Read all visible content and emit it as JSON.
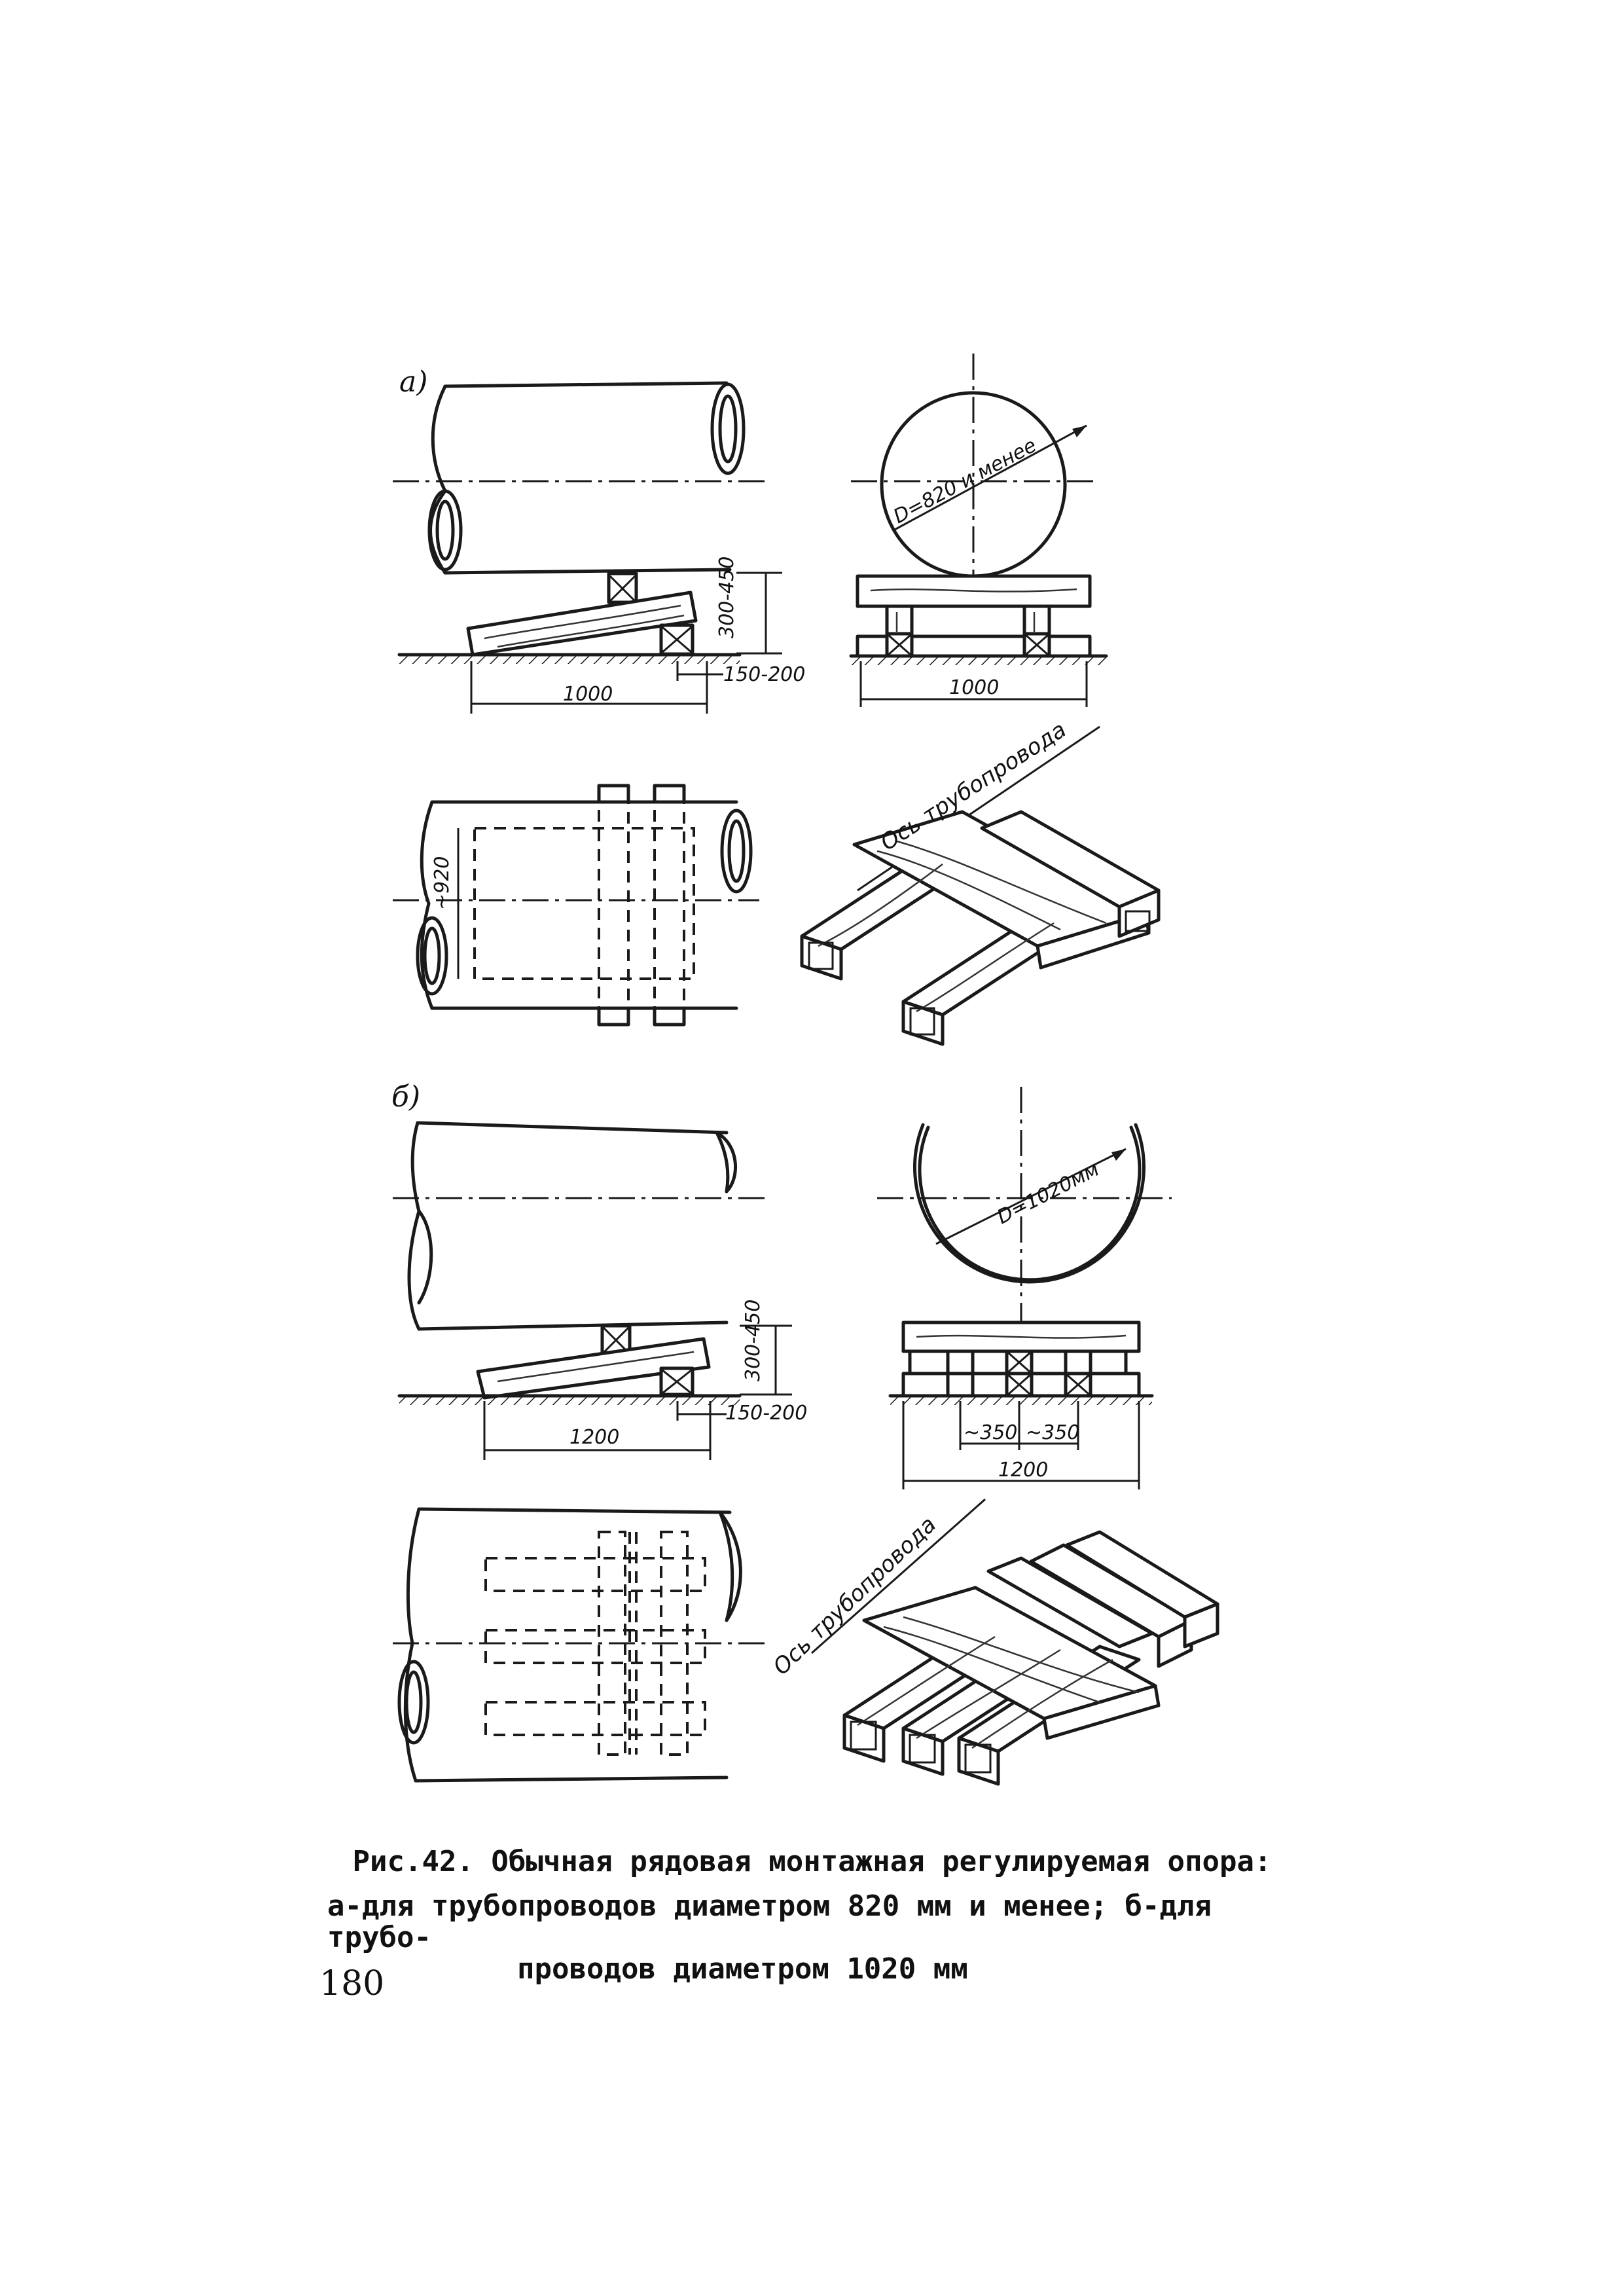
{
  "figure": {
    "part_a_label": "а)",
    "part_b_label": "б)"
  },
  "part_a": {
    "dim_height": "300-450",
    "dim_length": "1000",
    "dim_offset": "150-200",
    "dim_diameter": "D=820 и менее",
    "dim_width": "1000",
    "dim_plan": "~920",
    "axis_label": "Ось трубопровода"
  },
  "part_b": {
    "dim_height": "300-450",
    "dim_length": "1200",
    "dim_offset": "150-200",
    "dim_diameter": "D=1020мм",
    "dim_spacing_1": "~350",
    "dim_spacing_2": "~350",
    "dim_width": "1200",
    "axis_label": "Ось трубопровода"
  },
  "caption": {
    "line1": "Рис.42. Обычная рядовая монтажная регулируемая опора:",
    "line2": "а-для трубопроводов диаметром 820 мм и менее; б-для трубо-",
    "line3": "проводов диаметром 1020 мм"
  },
  "page_number": "180"
}
